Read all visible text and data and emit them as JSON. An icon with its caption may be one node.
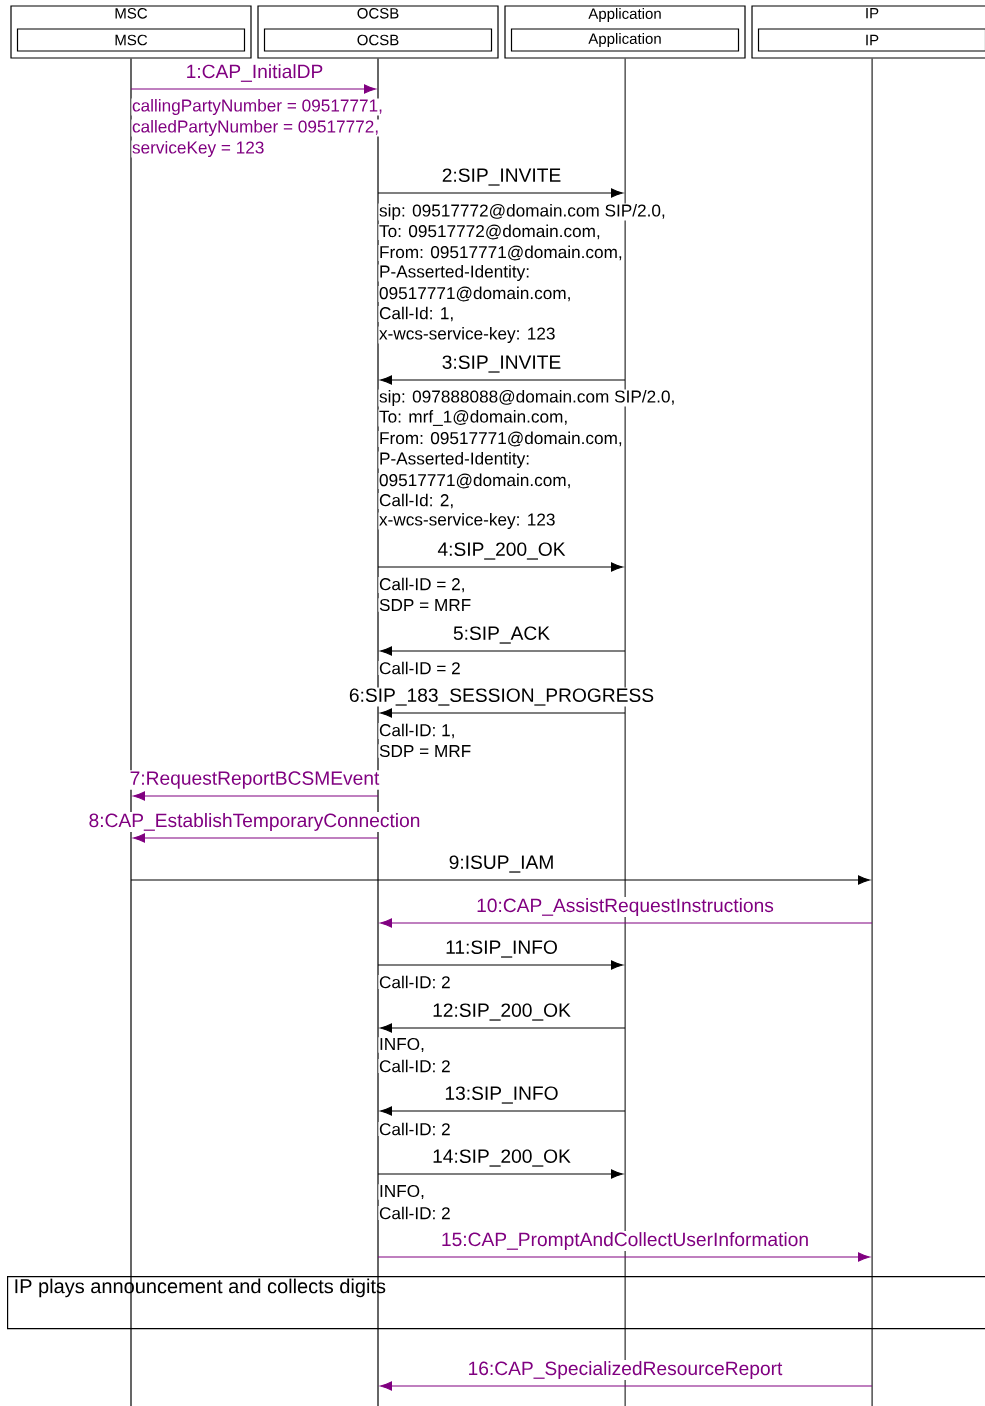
{
  "diagram": {
    "nodes": [
      {
        "text": [
          "MSC"
        ]
      },
      {
        "text": [
          "MSC"
        ],
        "in": 0
      },
      {
        "text": [
          "OCSB"
        ]
      },
      {
        "text": [
          "OCSB"
        ],
        "in": 2
      },
      {
        "text": [
          "Application"
        ]
      },
      {
        "text": [
          "Application"
        ],
        "in": 4
      },
      {
        "text": [
          "IP"
        ]
      },
      {
        "text": [
          "IP"
        ],
        "in": 6
      },
      {
        "text": [
          "IP plays announcement and collects digits"
        ]
      },
      {
        "text": [],
        "shape": "bar"
      },
      {
        "text": [],
        "shape": "bar"
      },
      {
        "text": [],
        "shape": "bar"
      },
      {
        "text": [],
        "shape": "bar"
      }
    ],
    "edges": [
      {
        "from": 9,
        "to": 10,
        "arrow": "to",
        "label": "1:CAP_InitialDP",
        "color": "#800080"
      },
      {
        "from": 10,
        "to": 11,
        "arrow": "to",
        "label": "2:SIP_INVITE"
      },
      {
        "from": 11,
        "to": 10,
        "arrow": "to",
        "label": "3:SIP_INVITE"
      },
      {
        "from": 10,
        "to": 11,
        "arrow": "to",
        "label": "4:SIP_200_OK"
      },
      {
        "from": 11,
        "to": 10,
        "arrow": "to",
        "label": "5:SIP_ACK"
      },
      {
        "from": 11,
        "to": 10,
        "arrow": "to",
        "label": "6:SIP_183_SESSION_PROGRESS"
      },
      {
        "from": 10,
        "to": 9,
        "arrow": "to",
        "label": "7:RequestReportBCSMEvent",
        "color": "#800080"
      },
      {
        "from": 10,
        "to": 9,
        "arrow": "to",
        "label": "8:CAP_EstablishTemporaryConnection",
        "color": "#800080"
      },
      {
        "from": 9,
        "to": 12,
        "arrow": "to",
        "label": "9:ISUP_IAM"
      },
      {
        "from": 12,
        "to": 10,
        "arrow": "to",
        "label": "10:CAP_AssistRequestInstructions",
        "color": "#800080"
      },
      {
        "from": 10,
        "to": 11,
        "arrow": "to",
        "label": "11:SIP_INFO"
      },
      {
        "from": 11,
        "to": 10,
        "arrow": "to",
        "label": "12:SIP_200_OK"
      },
      {
        "from": 11,
        "to": 10,
        "arrow": "to",
        "label": "13:SIP_INFO"
      },
      {
        "from": 10,
        "to": 11,
        "arrow": "to",
        "label": "14:SIP_200_OK"
      },
      {
        "from": 10,
        "to": 12,
        "arrow": "to",
        "label": "15:CAP_PromptAndCollectUserInformation",
        "color": "#800080"
      },
      {
        "from": 12,
        "to": 10,
        "arrow": "to",
        "label": "16:CAP_SpecializedResourceReport",
        "color": "#800080"
      }
    ],
    "labels": [
      "callingPartyNumber = 09517771,",
      "calledPartyNumber = 09517772,",
      "serviceKey = 123",
      "sip: 09517772@domain.com SIP/2.0,",
      "To: 09517772@domain.com,",
      "From: 09517771@domain.com,",
      "P-Asserted-Identity:",
      "09517771@domain.com,",
      "Call-Id: 1,",
      "x-wcs-service-key: 123",
      "sip: 097888088@domain.com SIP/2.0,",
      "To: mrf_1@domain.com,",
      "From: 09517771@domain.com,",
      "P-Asserted-Identity:",
      "09517771@domain.com,",
      "Call-Id: 2,",
      "x-wcs-service-key: 123",
      "Call-ID = 2,",
      "SDP = MRF",
      "Call-ID = 2",
      "Call-ID: 1,",
      "SDP = MRF",
      "Call-ID: 2",
      "INFO,",
      "Call-ID: 2",
      "Call-ID: 2",
      "INFO,",
      "Call-ID: 2"
    ]
  }
}
